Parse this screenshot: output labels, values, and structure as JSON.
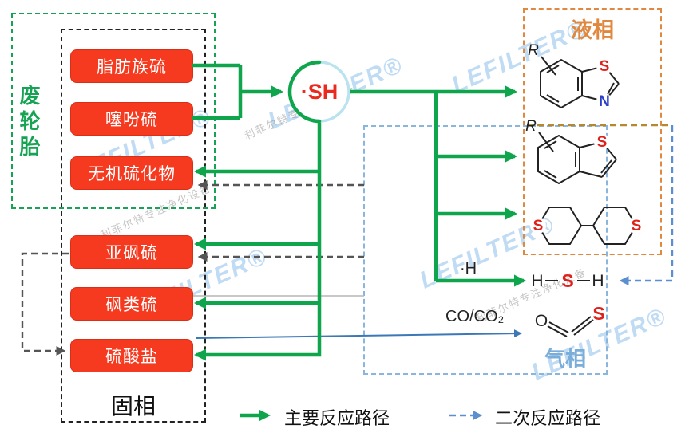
{
  "watermark": {
    "brand": "LEFILTER®",
    "slogan": "利菲尔特专注净化设备"
  },
  "regions": {
    "waste_tire": {
      "label": "废轮胎"
    },
    "solid_phase": {
      "label": "固相"
    },
    "liquid_phase": {
      "label": "液相"
    },
    "gas_phase": {
      "label": "气相"
    }
  },
  "solid_boxes": [
    {
      "label": "脂肪族硫"
    },
    {
      "label": "噻吩硫"
    },
    {
      "label": "无机硫化物"
    },
    {
      "label": "亚砜硫"
    },
    {
      "label": "砜类硫"
    },
    {
      "label": "硫酸盐"
    }
  ],
  "center": {
    "radical": "·SH"
  },
  "gas": {
    "h_radical": "·H",
    "co": "CO/CO₂",
    "h2s": {
      "h1": "H",
      "s": "S",
      "h2": "H"
    },
    "cos": {
      "o": "O",
      "s": "S"
    }
  },
  "structures": {
    "benzothiazole": {
      "r": "R",
      "s": "S",
      "n": "N"
    },
    "benzothiophene": {
      "r": "R",
      "s": "S"
    },
    "bithiane": {
      "s_left": "S",
      "s_right": "S"
    }
  },
  "legend": {
    "primary": "主要反应路径",
    "secondary": "二次反应路径"
  },
  "colors": {
    "green": "#0fa54d",
    "red_box": "#f53a20",
    "orange": "#e0883e",
    "blue": "#7badd9",
    "gray_dash": "#555555",
    "radical_text": "#ea2a1e"
  }
}
